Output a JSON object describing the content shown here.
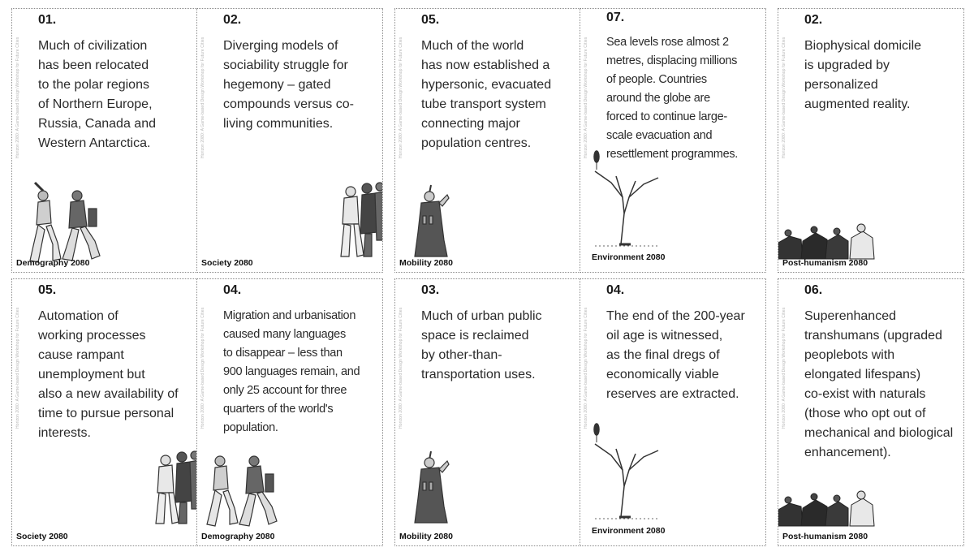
{
  "side_text": "Horizon 2080: A Game-based Design Workshop for Future Cities",
  "cards": [
    {
      "number": "01.",
      "text": "Much of civilization\nhas been relocated\nto the polar regions\nof Northern Europe,\nRussia, Canada and\nWestern Antarctica.",
      "category": "Demography 2080",
      "illustration": "walking-figures-icon"
    },
    {
      "number": "02.",
      "text": "Diverging models of\nsociability struggle for\nhegemony – gated\ncompounds versus co-\nliving communities.",
      "category": "Society 2080",
      "illustration": "crowd-figures-icon"
    },
    {
      "number": "05.",
      "text": "Much of the world\nhas now established a\nhypersonic, evacuated\ntube transport system\nconnecting major\npopulation centres.",
      "category": "Mobility 2080",
      "illustration": "traveller-figure-icon"
    },
    {
      "number": "07.",
      "text": "Sea levels rose almost 2\nmetres, displacing millions\nof people. Countries\naround the globe are\nforced to continue large-\nscale evacuation and\nresettlement programmes.",
      "category": "Environment 2080",
      "illustration": "dead-tree-icon"
    },
    {
      "number": "02.",
      "text": "Biophysical domicile\nis upgraded by\npersonalized\naugmented reality.",
      "category": "Post-humanism 2080",
      "illustration": "robot-figures-icon"
    },
    {
      "number": "05.",
      "text": "Automation of\nworking processes\ncause rampant\nunemployment but\nalso a new availability of\ntime to pursue personal\ninterests.",
      "category": "Society 2080",
      "illustration": "crowd-figures-icon"
    },
    {
      "number": "04.",
      "text": "Migration and urbanisation\ncaused many languages\nto disappear – less than\n900 languages remain, and\nonly 25 account for three\nquarters of the world's\npopulation.",
      "category": "Demography 2080",
      "illustration": "walking-figures-icon"
    },
    {
      "number": "03.",
      "text": "Much of urban public\nspace is reclaimed\nby other-than-\ntransportation uses.",
      "category": "Mobility 2080",
      "illustration": "traveller-figure-icon"
    },
    {
      "number": "04.",
      "text": "The end of the 200-year\noil age is witnessed,\nas the final dregs of\neconomically viable\nreserves are extracted.",
      "category": "Environment 2080",
      "illustration": "dead-tree-icon"
    },
    {
      "number": "06.",
      "text": "Superenhanced\ntranshumans (upgraded\npeoplebots with\nelongated lifespans)\nco-exist with naturals\n(those who opt out of\nmechanical and biological\nenhancement).",
      "category": "Post-humanism 2080",
      "illustration": "robot-figures-icon"
    }
  ]
}
